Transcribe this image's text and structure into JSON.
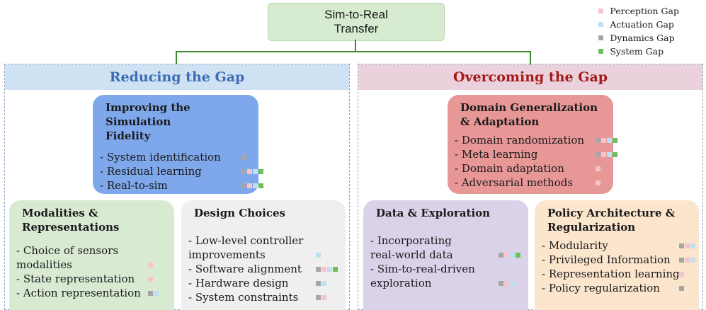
{
  "root": {
    "line1": "Sim-to-Real",
    "line2": "Transfer"
  },
  "legend": [
    {
      "label": "Perception Gap",
      "color": "#f6c4cc",
      "icon": "pink-square"
    },
    {
      "label": "Actuation Gap",
      "color": "#bfe0f1",
      "icon": "blue-square"
    },
    {
      "label": "Dynamics Gap",
      "color": "#a6a6a6",
      "icon": "gray-square"
    },
    {
      "label": "System Gap",
      "color": "#6cbf5b",
      "icon": "green-square"
    }
  ],
  "left": {
    "heading": "Reducing the Gap",
    "fidelity": {
      "title_1": "Improving the Simulation",
      "title_2": "Fidelity",
      "items": [
        "- System identification",
        "- Residual learning",
        "- Real-to-sim"
      ]
    },
    "modalities": {
      "title_1": "Modalities &",
      "title_2": "Representations",
      "items": [
        "- Choice of sensors",
        "modalities",
        "- State representation",
        "- Action representation"
      ]
    },
    "design": {
      "title": "Design Choices",
      "items": [
        "- Low-level controller",
        "improvements",
        "- Software alignment",
        "- Hardware design",
        "- System constraints"
      ]
    }
  },
  "right": {
    "heading": "Overcoming the Gap",
    "domain": {
      "title_1": "Domain Generalization",
      "title_2": "& Adaptation",
      "items": [
        "- Domain randomization",
        "- Meta learning",
        "- Domain adaptation",
        "- Adversarial methods"
      ]
    },
    "data": {
      "title": "Data & Exploration",
      "items": [
        "- Incorporating",
        "real-world data",
        "- Sim-to-real-driven",
        "exploration"
      ]
    },
    "policy": {
      "title_1": "Policy Architecture &",
      "title_2": "Regularization",
      "items": [
        "- Modularity",
        "- Privileged Information",
        "- Representation learning",
        "- Policy regularization"
      ]
    }
  }
}
